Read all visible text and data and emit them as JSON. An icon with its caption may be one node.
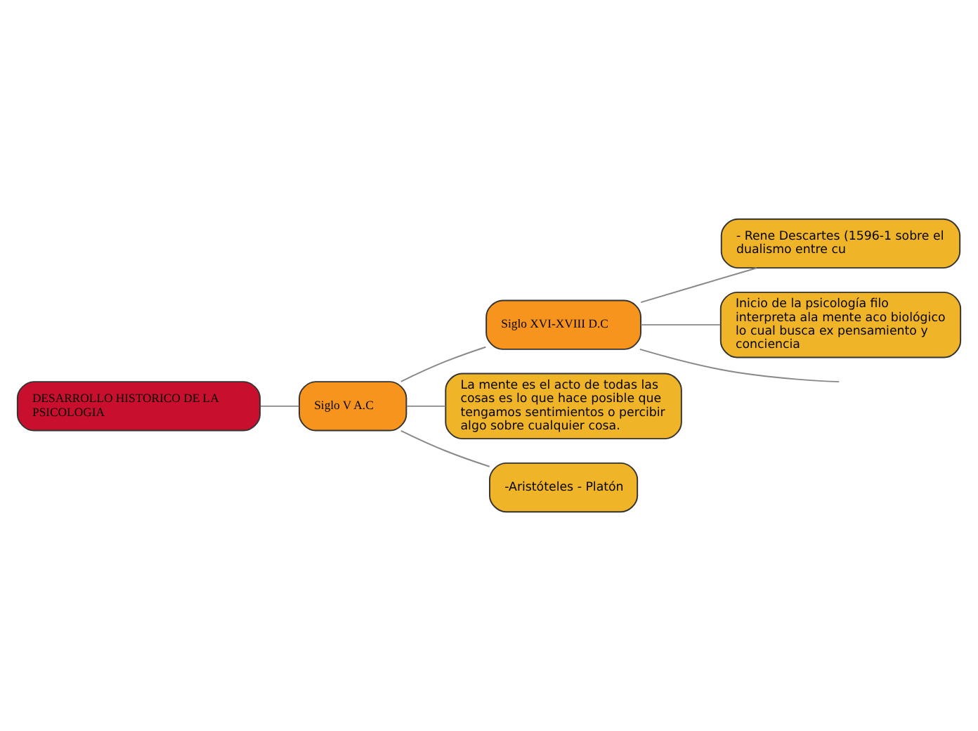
{
  "diagram": {
    "nodes": [
      {
        "text": [
          "DESARROLLO HISTORICO DE LA PSICOLOGIA"
        ]
      },
      {
        "text": [
          "Siglo V A.C"
        ]
      },
      {
        "text": [
          "Siglo XVI-XVIII D.C"
        ]
      },
      {
        "text": [
          "- Rene Descartes (1596-1 sobre el dualismo entre cu"
        ]
      },
      {
        "text": [
          "Inicio de la psicología filo interpreta ala mente aco biológico lo cual busca ex pensamiento y conciencia"
        ]
      },
      {
        "text": [
          "La mente es el acto de todas las cosas es lo que hace posible que tengamos sentimientos o percibir algo sobre cualquier cosa."
        ]
      },
      {
        "text": [
          "-Aristóteles - Platón"
        ]
      }
    ],
    "edges": [
      {
        "from": 0,
        "to": 1,
        "arrow": "none"
      },
      {
        "from": 1,
        "to": 2,
        "arrow": "none"
      },
      {
        "from": 2,
        "to": 3,
        "arrow": "none"
      },
      {
        "from": 2,
        "to": 4,
        "arrow": "none"
      },
      {
        "from": 2,
        "to": null,
        "arrow": "none"
      },
      {
        "from": 1,
        "to": 5,
        "arrow": "none"
      },
      {
        "from": 1,
        "to": 6,
        "arrow": "none"
      }
    ]
  }
}
